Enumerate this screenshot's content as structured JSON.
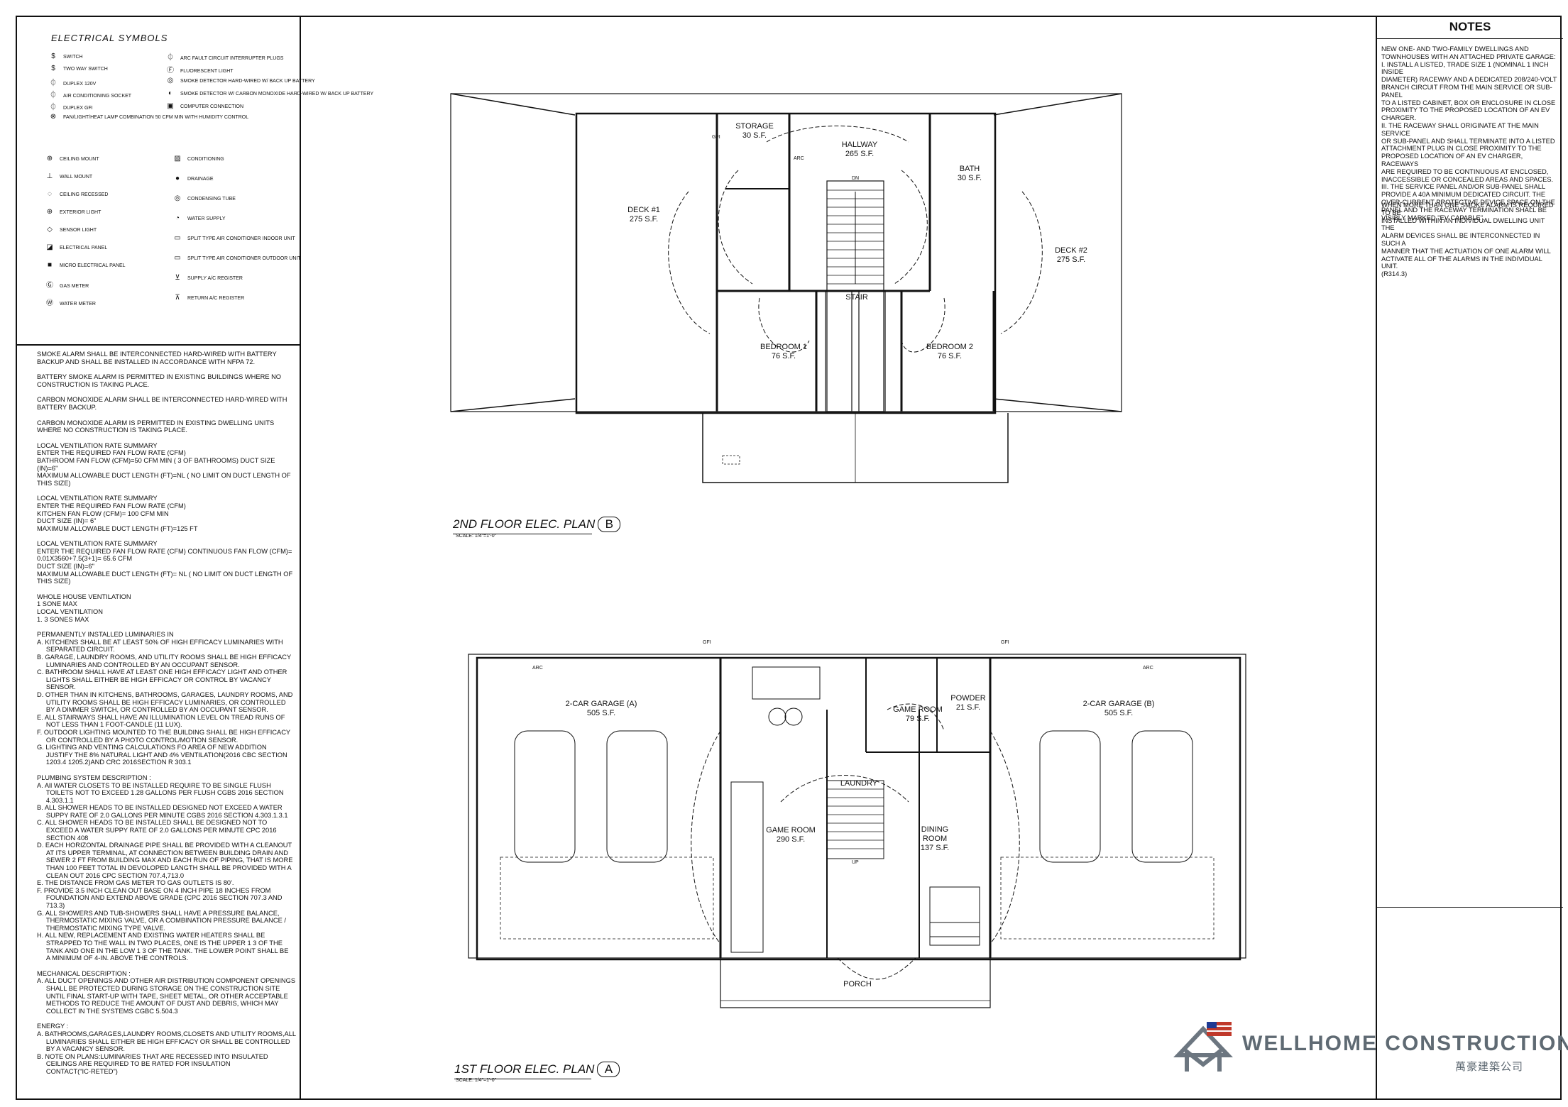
{
  "symbols": {
    "title": "ELECTRICAL SYMBOLS",
    "col1": [
      {
        "glyph": "$",
        "label": "SWITCH"
      },
      {
        "glyph": "$",
        "label": "TWO WAY SWITCH"
      },
      {
        "glyph": "⏀",
        "label": "DUPLEX 120V"
      },
      {
        "glyph": "⏀",
        "label": "AIR CONDITIONING SOCKET"
      },
      {
        "glyph": "⏀",
        "label": "DUPLEX GFI"
      },
      {
        "glyph": "⊗",
        "label": "FAN/LIGHT/HEAT LAMP COMBINATION 50 CFM MIN WITH HUMIDITY CONTROL"
      }
    ],
    "col2": [
      {
        "glyph": "⏀",
        "label": "ARC FAULT CIRCUIT INTERRUPTER PLUGS"
      },
      {
        "glyph": "Ⓕ",
        "label": "FLUORESCENT LIGHT"
      },
      {
        "glyph": "◎",
        "label": "SMOKE DETECTOR HARD-WIRED W/ BACK UP BATTERY"
      },
      {
        "glyph": "◐",
        "label": "SMOKE DETECTOR W/ CARBON MONOXIDE HARD-WIRED W/ BACK UP BATTERY"
      },
      {
        "glyph": "▣",
        "label": "COMPUTER CONNECTION"
      }
    ],
    "col3": [
      {
        "glyph": "⊕",
        "label": "CEILING MOUNT"
      },
      {
        "glyph": "⊥",
        "label": "WALL MOUNT"
      },
      {
        "glyph": "◌",
        "label": "CEILING RECESSED"
      },
      {
        "glyph": "⊕",
        "label": "EXTERIOR LIGHT"
      },
      {
        "glyph": "◇",
        "label": "SENSOR LIGHT"
      },
      {
        "glyph": "◪",
        "label": "ELECTRICAL PANEL"
      },
      {
        "glyph": "■",
        "label": "MICRO ELECTRICAL PANEL"
      },
      {
        "glyph": "Ⓖ",
        "label": "GAS METER"
      },
      {
        "glyph": "Ⓦ",
        "label": "WATER METER"
      }
    ],
    "col4": [
      {
        "glyph": "▨",
        "label": "CONDITIONING"
      },
      {
        "glyph": "●",
        "label": "DRAINAGE"
      },
      {
        "glyph": "◎",
        "label": "CONDENSING TUBE"
      },
      {
        "glyph": "◔",
        "label": "WATER SUPPLY"
      },
      {
        "glyph": "▭",
        "label": "SPLIT TYPE AIR CONDITIONER INDOOR UNIT"
      },
      {
        "glyph": "▭",
        "label": "SPLIT TYPE AIR CONDITIONER OUTDOOR UNIT"
      },
      {
        "glyph": "⊻",
        "label": "SUPPLY A/C REGISTER"
      },
      {
        "glyph": "⊼",
        "label": "RETURN A/C REGISTER"
      }
    ]
  },
  "left_notes": [
    "SMOKE ALARM SHALL BE INTERCONNECTED HARD-WIRED WITH BATTERY\nBACKUP AND SHALL BE INSTALLED IN ACCORDANCE WITH NFPA 72.",
    "BATTERY SMOKE ALARM IS PERMITTED IN EXISTING BUILDINGS WHERE NO\nCONSTRUCTION IS TAKING PLACE.",
    "CARBON MONOXIDE ALARM SHALL BE INTERCONNECTED HARD-WIRED WITH\nBATTERY BACKUP.",
    "CARBON MONOXIDE ALARM IS PERMITTED IN EXISTING DWELLING UNITS\nWHERE NO CONSTRUCTION IS TAKING PLACE.",
    "LOCAL VENTILATION RATE SUMMARY\nENTER THE REQUIRED FAN FLOW RATE (CFM)\nBATHROOM FAN FLOW (CFM)=50 CFM MIN ( 3 OF BATHROOMS) DUCT SIZE\n(IN)=6\"\nMAXIMUM ALLOWABLE DUCT LENGTH (FT)=NL ( NO LIMIT ON DUCT LENGTH OF\nTHIS SIZE)",
    "LOCAL VENTILATION RATE SUMMARY\nENTER THE REQUIRED FAN FLOW RATE (CFM)\nKITCHEN FAN FLOW (CFM)= 100 CFM MIN\nDUCT SIZE (IN)= 6\"\nMAXIMUM ALLOWABLE DUCT LENGTH (FT)=125 FT",
    "LOCAL VENTILATION RATE SUMMARY\nENTER THE REQUIRED FAN FLOW RATE (CFM) CONTINUOUS FAN FLOW (CFM)=\n0.01X3560+7.5(3+1)= 65.6 CFM\nDUCT SIZE (IN)=6\"\nMAXIMUM ALLOWABLE DUCT LENGTH (FT)= NL ( NO LIMIT ON DUCT LENGTH OF\nTHIS SIZE)",
    "WHOLE HOUSE VENTILATION\n1 SONE MAX\nLOCAL VENTILATION\n1. 3 SONES MAX",
    "PERMANENTLY INSTALLED LUMINARIES IN\nA. KITCHENS SHALL BE AT LEAST 50% OF HIGH EFFICACY LUMINARIES WITH\n     SEPARATED CIRCUIT.\nB. GARAGE, LAUNDRY ROOMS, AND UTILITY ROOMS SHALL BE HIGH EFFICACY\n     LUMINARIES AND CONTROLLED BY AN OCCUPANT SENSOR.\nC. BATHROOM SHALL HAVE AT LEAST ONE HIGH EFFICACY LIGHT AND OTHER\n     LIGHTS SHALL EITHER BE HIGH EFFICACY OR CONTROL BY VACANCY\n     SENSOR.\nD. OTHER THAN IN KITCHENS, BATHROOMS, GARAGES, LAUNDRY ROOMS, AND\n     UTILITY ROOMS SHALL BE HIGH EFFICACY LUMINARIES, OR CONTROLLED\n     BY A DIMMER SWITCH, OR CONTROLLED BY AN OCCUPANT SENSOR.\nE. ALL STAIRWAYS SHALL HAVE AN ILLUMINATION LEVEL ON TREAD RUNS OF\n     NOT LESS THAN 1 FOOT-CANDLE (11 LUX).\nF. OUTDOOR LIGHTING MOUNTED TO THE BUILDING SHALL BE HIGH EFFICACY\n     OR CONTROLLED BY A PHOTO CONTROL/MOTION SENSOR.\nG. LIGHTING AND VENTING CALCULATIONS FO AREA OF NEW ADDITION\n     JUSTIFY THE 8% NATURAL LIGHT AND 4% VENTILATION(2016 CBC SECTION\n     1203.4 1205.2)AND CRC 2016SECTION R 303.1",
    "PLUMBING SYSTEM DESCRIPTION :\nA. All WATER CLOSETS TO BE INSTALLED REQUIRE TO BE SINGLE FLUSH\n     TOILETS NOT TO EXCEED 1.28 GALLONS PER FLUSH CGBS 2016 SECTION\n     4.303.1.1\nB. ALL SHOWER HEADS TO BE INSTALLED DESIGNED NOT EXCEED A WATER\n     SUPPY RATE OF 2.0 GALLONS PER MINUTE CGBS 2016 SECTION 4.303.1.3.1\nC. ALL SHOWER HEADS TO BE INSTALLED SHALL BE DESIGNED NOT TO\n     EXCEED A WATER SUPPY RATE OF 2.0 GALLONS PER MINUTE CPC 2016\n     SECTION 408\nD. EACH HORIZONTAL DRAINAGE PIPE SHALL BE PROVIDED WITH A CLEANOUT\n     AT ITS UPPER TERMINAL, AT CONNECTION BETWEEN BUILDING DRAIN AND\n     SEWER 2 FT FROM BUILDING MAX AND EACH RUN OF PIPING, THAT IS MORE\n     THAN 100 FEET TOTAL IN DEVOLOPED LANGTH SHALL BE PROVIDED WITH A\n     CLEAN OUT 2016 CPC SECTION 707.4,713.0\nE. THE DISTANCE FROM GAS METER TO GAS OUTLETS IS 80'.\nF. PROVIDE 3.5 INCH CLEAN OUT BASE ON 4 INCH PIPE 18 INCHES FROM\n     FOUNDATION AND EXTEND ABOVE GRADE (CPC 2016 SECTION 707.3 AND\n     713.3)\nG. ALL SHOWERS AND TUB-SHOWERS SHALL HAVE A PRESSURE BALANCE,\n     THERMOSTATIC MIXING VALVE, OR A COMBINATION PRESSURE BALANCE /\n     THERMOSTATIC MIXING TYPE VALVE.\nH. ALL NEW, REPLACEMENT AND EXISTING WATER HEATERS SHALL BE\n     STRAPPED TO THE WALL IN TWO PLACES, ONE IS THE UPPER 1 3 OF THE\n     TANK AND ONE IN THE LOW 1 3 OF THE TANK. THE LOWER POINT SHALL BE\n     A MINIMUM OF 4-IN. ABOVE THE CONTROLS.",
    "MECHANICAL DESCRIPTION :\nA. ALL DUCT OPENINGS AND OTHER AIR DISTRIBUTION COMPONENT OPENINGS\n     SHALL BE PROTECTED DURING STORAGE ON THE CONSTRUCTION SITE\n     UNTIL FINAL START-UP WITH TAPE, SHEET METAL, OR OTHER ACCEPTABLE\n     METHODS TO REDUCE THE AMOUNT OF DUST AND DEBRIS, WHICH MAY\n     COLLECT IN THE SYSTEMS CGBC 5.504.3",
    "ENERGY :\nA. BATHROOMS,GARAGES,LAUNDRY ROOMS,CLOSETS AND UTILITY ROOMS,ALL\n     LUMINARIES SHALL EITHER BE HIGH EFFICACY OR SHALL BE CONTROLLED\n     BY A VACANCY SENSOR.\nB. NOTE ON PLANS:LUMINARIES THAT ARE RECESSED INTO INSULATED\n     CEILINGS ARE REQUIRED TO BE RATED FOR INSULATION\n     CONTACT(\"IC-RETED\")"
  ],
  "right_notes": {
    "title": "NOTES",
    "note1": "NEW ONE- AND TWO-FAMILY DWELLINGS AND\nTOWNHOUSES WITH AN ATTACHED PRIVATE GARAGE:\nI. INSTALL A LISTED, TRADE SIZE 1 (NOMINAL 1 INCH INSIDE\nDIAMETER) RACEWAY AND A DEDICATED 208/240-VOLT\nBRANCH CIRCUIT FROM THE MAIN SERVICE OR SUB-PANEL\nTO A LISTED CABINET, BOX OR ENCLOSURE IN CLOSE\nPROXIMITY TO THE PROPOSED LOCATION OF AN EV\nCHARGER.\nII. THE RACEWAY SHALL ORIGINATE AT THE MAIN SERVICE\nOR SUB-PANEL AND SHALL TERMINATE INTO A LISTED\nATTACHMENT PLUG IN CLOSE PROXIMITY TO THE\nPROPOSED LOCATION OF AN EV CHARGER, RACEWAYS\nARE REQUIRED TO BE CONTINUOUS AT ENCLOSED,\nINACCESSIBLE OR CONCEALED AREAS AND SPACES.\nIII. THE SERVICE PANEL AND/OR SUB-PANEL SHALL\nPROVIDE A 40A MINIMUM DEDICATED CIRCUIT. THE\nOVER-CURRENT PROTECTIVE DEVICE SPACE ON THE\nPANEL AND THE RACEWAY TERMINATION SHALL BE\nVISIBLY MARKED \"EV CAPABLE\".",
    "note2": "WHEN MORE THAN ONE SMOKE ALARM IS REQUIRED TO BE\nINSTALLED WITHIN AN INDIVIDUAL DWELLING UNIT THE\nALARM DEVICES SHALL BE INTERCONNECTED IN SUCH A\nMANNER THAT THE ACTUATION OF ONE ALARM WILL\nACTIVATE ALL OF THE ALARMS IN THE INDIVIDUAL UNIT.\n(R314.3)"
  },
  "plan2": {
    "title": "2ND  FLOOR ELEC. PLAN",
    "letter": "B",
    "scale": "SCALE:  1/4\"=1'-0\"",
    "rooms": [
      {
        "name": "STORAGE",
        "area": "30 S.F."
      },
      {
        "name": "HALLWAY",
        "area": "265 S.F."
      },
      {
        "name": "BATH",
        "area": "30 S.F."
      },
      {
        "name": "DECK #1",
        "area": "275 S.F."
      },
      {
        "name": "DECK #2",
        "area": "275 S.F."
      },
      {
        "name": "BEDROOM 1",
        "area": "76 S.F."
      },
      {
        "name": "BEDROOM 2",
        "area": "76 S.F."
      }
    ],
    "stair": "STAIR",
    "dn": "DN"
  },
  "plan1": {
    "title": "1ST FLOOR ELEC. PLAN",
    "letter": "A",
    "scale": "SCALE:  1/4\"=1'-0\"",
    "rooms": [
      {
        "name": "2-CAR GARAGE (A)",
        "area": "505 S.F."
      },
      {
        "name": "2-CAR GARAGE (B)",
        "area": "505 S.F."
      },
      {
        "name": "GAME ROOM",
        "area": "79 S.F."
      },
      {
        "name": "POWDER",
        "area": "21 S.F."
      },
      {
        "name": "GAME ROOM",
        "area": "290 S.F."
      },
      {
        "name": "DINING\nROOM",
        "area": "137 S.F."
      },
      {
        "name": "LAUNDRY",
        "area": ""
      }
    ],
    "porch": "PORCH",
    "up": "UP"
  },
  "labels": {
    "gfi": "GFI",
    "arc": "ARC"
  },
  "logo": {
    "name": "WELLHOME CONSTRUCTION",
    "cn": "萬豪建築公司"
  }
}
